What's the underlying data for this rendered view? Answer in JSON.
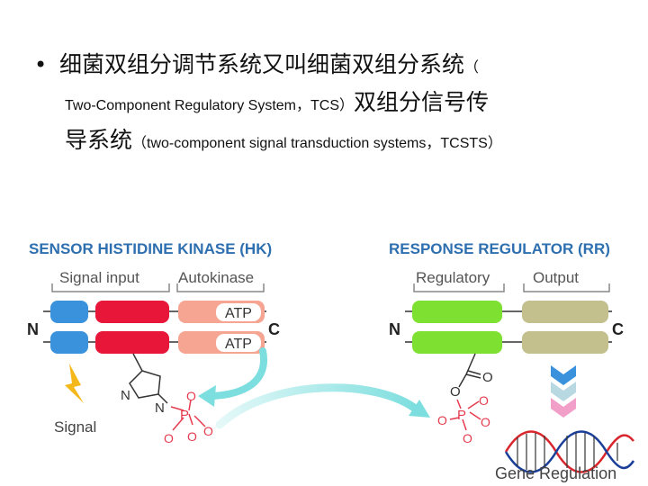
{
  "bullet": {
    "marker": "•",
    "line1_cn": "细菌双组分调节系统又叫细菌双组分系统",
    "line1_open": "（",
    "line2_en": "Two-Component Regulatory System，TCS",
    "line2_close": "）",
    "line2_cn": "双组分信号传",
    "line3_cn": "导系统",
    "line3_en": "（two-component signal transduction systems，TCSTS）"
  },
  "diagram": {
    "hk": {
      "title": "SENSOR HISTIDINE KINASE (HK)",
      "signal_input": "Signal input",
      "autokinase": "Autokinase",
      "atp1": "ATP",
      "atp2": "ATP",
      "n": "N",
      "c": "C",
      "signal": "Signal"
    },
    "rr": {
      "title": "RESPONSE REGULATOR (RR)",
      "regulatory": "Regulatory",
      "output": "Output",
      "n": "N",
      "c": "C",
      "gene_regulation": "Gene Regulation"
    },
    "chem": {
      "n_ring": "N",
      "n_left": "N",
      "p": "P",
      "o1": "O",
      "o2": "O",
      "o3": "O",
      "o4": "O",
      "rr_o_top": "O",
      "rr_o_left": "O",
      "rr_p": "P",
      "rr_o_right": "O",
      "rr_o_up": "O",
      "rr_o_bottom": "O"
    },
    "colors": {
      "title_blue": "#2e6fb0",
      "blue_domain": "#3a92dd",
      "red_domain": "#e8173a",
      "salmon_domain": "#f6a592",
      "green_domain": "#7ee030",
      "khaki_domain": "#c3c08e",
      "teal_arrow": "#7cdede",
      "lightning": "#f5b81a",
      "phosphate_red": "#e63b4e"
    }
  }
}
